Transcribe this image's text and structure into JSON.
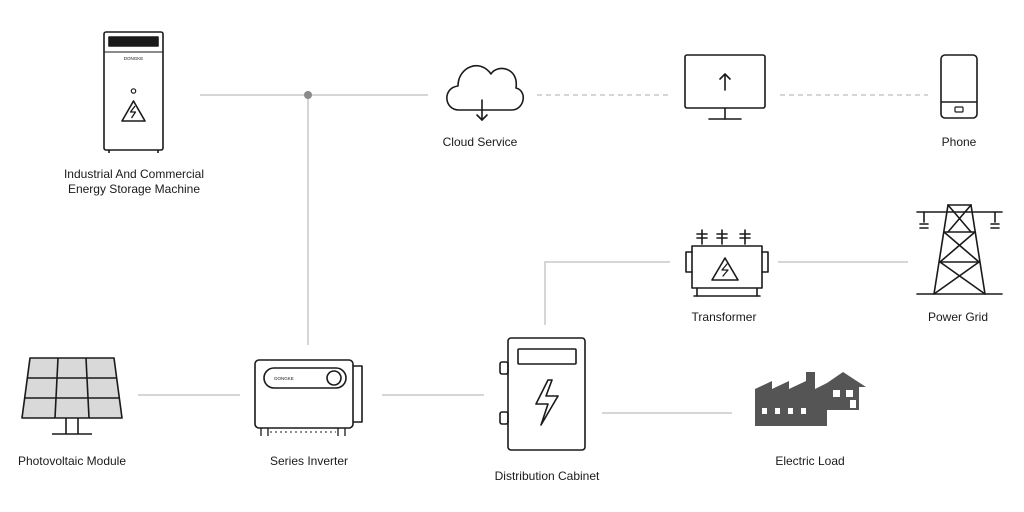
{
  "nodes": {
    "storage": {
      "label_line1": "Industrial And Commercial",
      "label_line2": "Energy Storage Machine",
      "brand": "DONGKE"
    },
    "cloud": {
      "label": "Cloud Service"
    },
    "monitor": {
      "label": ""
    },
    "phone": {
      "label": "Phone"
    },
    "transformer": {
      "label": "Transformer"
    },
    "grid": {
      "label": "Power Grid"
    },
    "pv": {
      "label": "Photovoltaic Module"
    },
    "inverter": {
      "label": "Series Inverter",
      "brand": "DONGKE"
    },
    "cabinet": {
      "label": "Distribution Cabinet"
    },
    "load": {
      "label": "Electric Load"
    }
  },
  "colors": {
    "stroke": "#1a1a1a",
    "connector": "#c8c8c8",
    "junction": "#8a8a8a",
    "panel_fill": "#d9d9d9",
    "factory_fill": "#555555"
  },
  "icons": [
    "storage-cabinet-icon",
    "cloud-download-icon",
    "monitor-upload-icon",
    "phone-icon",
    "transformer-icon",
    "power-tower-icon",
    "solar-panel-icon",
    "inverter-icon",
    "distribution-cabinet-icon",
    "factory-icon"
  ]
}
